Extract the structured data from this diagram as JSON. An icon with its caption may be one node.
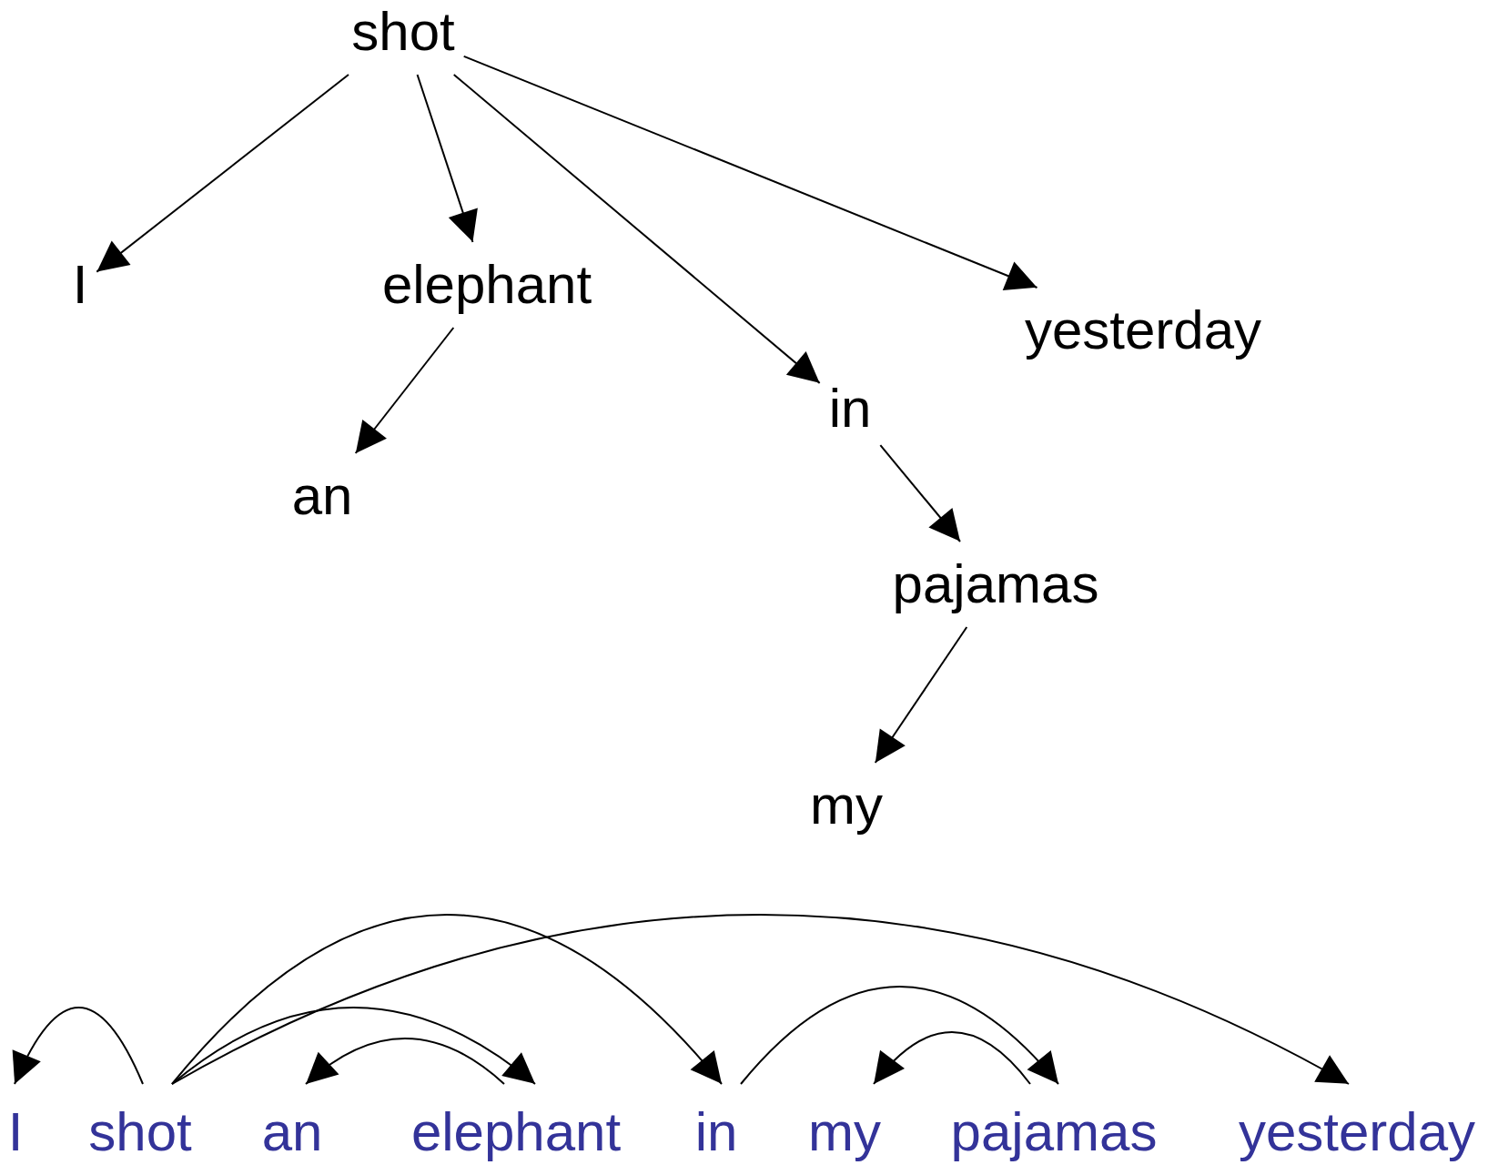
{
  "diagram": {
    "nodes": [
      {
        "text": [
          "shot"
        ]
      },
      {
        "text": [
          "I"
        ]
      },
      {
        "text": [
          "elephant"
        ]
      },
      {
        "text": [
          "yesterday"
        ]
      },
      {
        "text": [
          "in"
        ]
      },
      {
        "text": [
          "an"
        ]
      },
      {
        "text": [
          "pajamas"
        ]
      },
      {
        "text": [
          "my"
        ]
      },
      {
        "text": [
          "I"
        ]
      },
      {
        "text": [
          "shot"
        ]
      },
      {
        "text": [
          "an"
        ]
      },
      {
        "text": [
          "elephant"
        ]
      },
      {
        "text": [
          "in"
        ]
      },
      {
        "text": [
          "my"
        ]
      },
      {
        "text": [
          "pajamas"
        ]
      },
      {
        "text": [
          "yesterday"
        ]
      }
    ],
    "edges": [
      {
        "from": 0,
        "to": 1,
        "arrow": "to"
      },
      {
        "from": 0,
        "to": 2,
        "arrow": "to"
      },
      {
        "from": 0,
        "to": 4,
        "arrow": "to"
      },
      {
        "from": 0,
        "to": 3,
        "arrow": "to"
      },
      {
        "from": 2,
        "to": 5,
        "arrow": "to"
      },
      {
        "from": 4,
        "to": 6,
        "arrow": "to"
      },
      {
        "from": 6,
        "to": 7,
        "arrow": "to"
      },
      {
        "from": 9,
        "to": 8,
        "arrow": "to"
      },
      {
        "from": 9,
        "to": 11,
        "arrow": "to"
      },
      {
        "from": 11,
        "to": 10,
        "arrow": "to"
      },
      {
        "from": 9,
        "to": 12,
        "arrow": "to"
      },
      {
        "from": 9,
        "to": 15,
        "arrow": "to"
      },
      {
        "from": 12,
        "to": 14,
        "arrow": "to"
      },
      {
        "from": 14,
        "to": 13,
        "arrow": "to"
      }
    ]
  }
}
